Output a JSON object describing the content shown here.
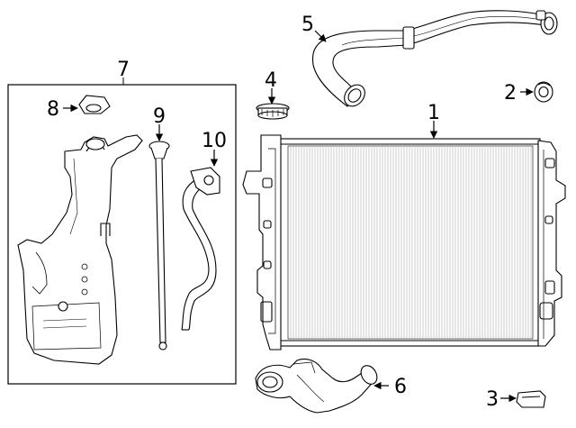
{
  "diagram": {
    "callouts": {
      "c1": "1",
      "c2": "2",
      "c3": "3",
      "c4": "4",
      "c5": "5",
      "c6": "6",
      "c7": "7",
      "c8": "8",
      "c9": "9",
      "c10": "10"
    },
    "parts": [
      {
        "callout": "1",
        "icon": "radiator"
      },
      {
        "callout": "2",
        "icon": "grommet"
      },
      {
        "callout": "3",
        "icon": "bracket-clip"
      },
      {
        "callout": "4",
        "icon": "radiator-cap"
      },
      {
        "callout": "5",
        "icon": "upper-hose"
      },
      {
        "callout": "6",
        "icon": "lower-hose"
      },
      {
        "callout": "7",
        "icon": "coolant-reservoir-assembly"
      },
      {
        "callout": "8",
        "icon": "reservoir-cap"
      },
      {
        "callout": "9",
        "icon": "dipstick"
      },
      {
        "callout": "10",
        "icon": "overflow-hose"
      }
    ]
  }
}
